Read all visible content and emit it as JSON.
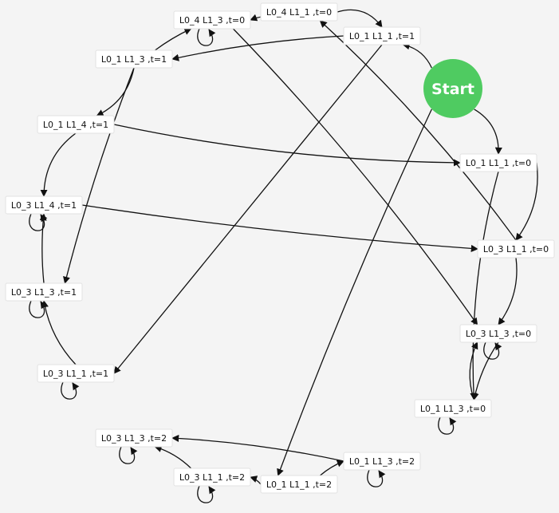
{
  "graph": {
    "start_label": "Start",
    "colors": {
      "start": "#4fcb61",
      "background": "#f4f4f4",
      "node": "#ffffff",
      "edge": "#111111"
    },
    "nodes": [
      {
        "id": "n_start",
        "label": "Start",
        "type": "start"
      },
      {
        "id": "n04_13_0",
        "label": "L0_4 L1_3 ,t=0"
      },
      {
        "id": "n04_11_0",
        "label": "L0_4 L1_1 ,t=0"
      },
      {
        "id": "n01_11_1",
        "label": "L0_1 L1_1 ,t=1"
      },
      {
        "id": "n01_13_1",
        "label": "L0_1 L1_3 ,t=1"
      },
      {
        "id": "n01_14_1",
        "label": "L0_1 L1_4 ,t=1"
      },
      {
        "id": "n01_11_0",
        "label": "L0_1 L1_1 ,t=0"
      },
      {
        "id": "n03_14_1",
        "label": "L0_3 L1_4 ,t=1"
      },
      {
        "id": "n03_11_0",
        "label": "L0_3 L1_1 ,t=0"
      },
      {
        "id": "n03_13_1",
        "label": "L0_3 L1_3 ,t=1"
      },
      {
        "id": "n03_13_0",
        "label": "L0_3 L1_3 ,t=0"
      },
      {
        "id": "n03_11_1",
        "label": "L0_3 L1_1 ,t=1"
      },
      {
        "id": "n01_13_0",
        "label": "L0_1 L1_3 ,t=0"
      },
      {
        "id": "n03_13_2",
        "label": "L0_3 L1_3 ,t=2"
      },
      {
        "id": "n01_13_2",
        "label": "L0_1 L1_3 ,t=2"
      },
      {
        "id": "n03_11_2",
        "label": "L0_3 L1_1 ,t=2"
      },
      {
        "id": "n01_11_2",
        "label": "L0_1 L1_1 ,t=2"
      }
    ],
    "edges": [
      {
        "from": "n_start",
        "to": "n01_11_1"
      },
      {
        "from": "n_start",
        "to": "n01_11_0"
      },
      {
        "from": "n_start",
        "to": "n01_11_2"
      },
      {
        "from": "n04_11_0",
        "to": "n01_11_1"
      },
      {
        "from": "n04_11_0",
        "to": "n04_13_0"
      },
      {
        "from": "n04_13_0",
        "to": "n04_13_0"
      },
      {
        "from": "n04_13_0",
        "to": "n03_13_0"
      },
      {
        "from": "n01_11_1",
        "to": "n01_13_1"
      },
      {
        "from": "n01_11_1",
        "to": "n03_11_1"
      },
      {
        "from": "n01_13_1",
        "to": "n04_13_0"
      },
      {
        "from": "n01_13_1",
        "to": "n01_14_1"
      },
      {
        "from": "n01_13_1",
        "to": "n03_13_1"
      },
      {
        "from": "n01_14_1",
        "to": "n03_14_1"
      },
      {
        "from": "n01_14_1",
        "to": "n01_11_0"
      },
      {
        "from": "n01_11_0",
        "to": "n03_11_0"
      },
      {
        "from": "n01_11_0",
        "to": "n01_13_0"
      },
      {
        "from": "n03_11_0",
        "to": "n04_11_0"
      },
      {
        "from": "n03_11_0",
        "to": "n03_13_0"
      },
      {
        "from": "n03_14_1",
        "to": "n03_14_1"
      },
      {
        "from": "n03_14_1",
        "to": "n03_11_0"
      },
      {
        "from": "n03_13_1",
        "to": "n03_14_1"
      },
      {
        "from": "n03_13_1",
        "to": "n03_13_1"
      },
      {
        "from": "n03_11_1",
        "to": "n03_13_1"
      },
      {
        "from": "n03_11_1",
        "to": "n03_11_1"
      },
      {
        "from": "n03_13_0",
        "to": "n03_13_0"
      },
      {
        "from": "n03_13_0",
        "to": "n01_13_0"
      },
      {
        "from": "n01_13_0",
        "to": "n01_13_0"
      },
      {
        "from": "n01_13_0",
        "to": "n03_13_0"
      },
      {
        "from": "n01_13_2",
        "to": "n01_13_2"
      },
      {
        "from": "n01_13_2",
        "to": "n03_13_2"
      },
      {
        "from": "n03_11_2",
        "to": "n03_11_2"
      },
      {
        "from": "n03_11_2",
        "to": "n03_13_2"
      },
      {
        "from": "n01_11_2",
        "to": "n01_13_2"
      },
      {
        "from": "n01_11_2",
        "to": "n03_11_2"
      },
      {
        "from": "n03_13_2",
        "to": "n03_13_2"
      }
    ]
  }
}
